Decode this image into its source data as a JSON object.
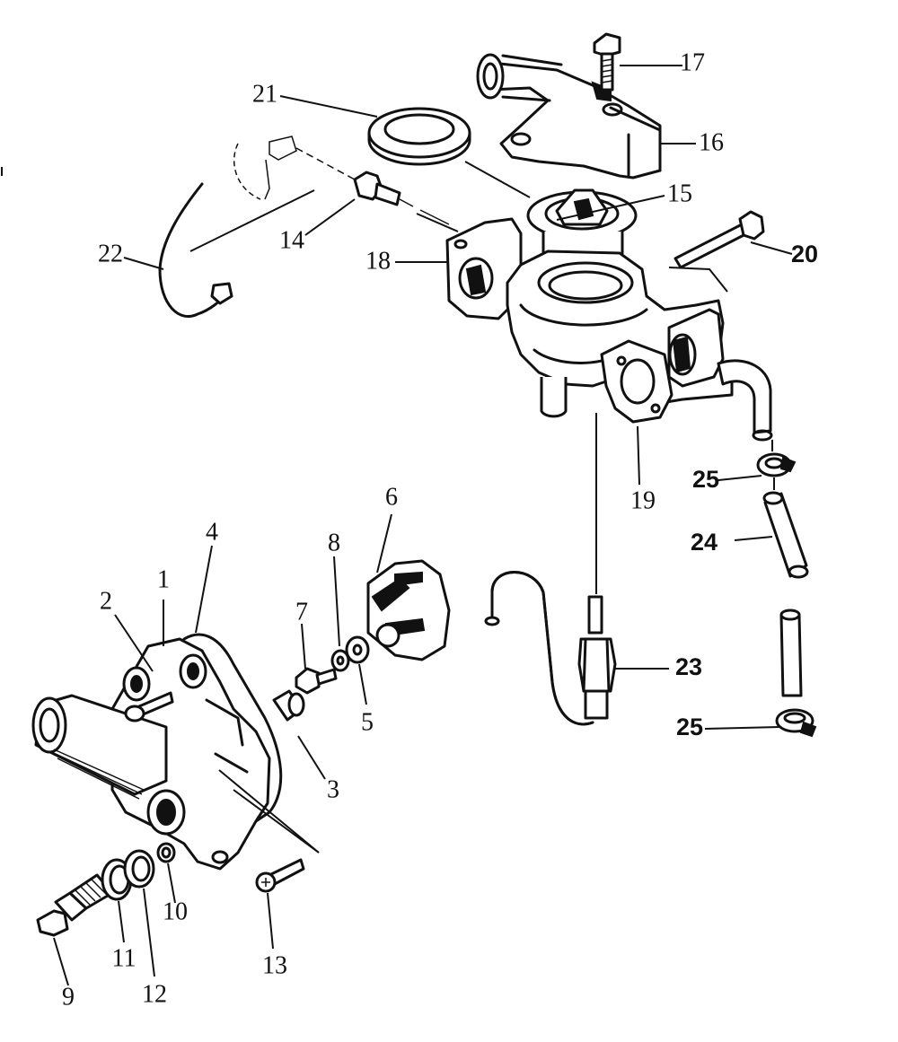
{
  "diagram": {
    "callouts": [
      {
        "id": "c1",
        "label": "1"
      },
      {
        "id": "c2",
        "label": "2"
      },
      {
        "id": "c3",
        "label": "3"
      },
      {
        "id": "c4",
        "label": "4"
      },
      {
        "id": "c5",
        "label": "5"
      },
      {
        "id": "c6",
        "label": "6"
      },
      {
        "id": "c7",
        "label": "7"
      },
      {
        "id": "c8",
        "label": "8"
      },
      {
        "id": "c9",
        "label": "9"
      },
      {
        "id": "c10",
        "label": "10"
      },
      {
        "id": "c11",
        "label": "11"
      },
      {
        "id": "c12",
        "label": "12"
      },
      {
        "id": "c13",
        "label": "13"
      },
      {
        "id": "c14",
        "label": "14"
      },
      {
        "id": "c15",
        "label": "15"
      },
      {
        "id": "c16",
        "label": "16"
      },
      {
        "id": "c17",
        "label": "17"
      },
      {
        "id": "c18",
        "label": "18"
      },
      {
        "id": "c19",
        "label": "19"
      },
      {
        "id": "c20",
        "label": "20"
      },
      {
        "id": "c21",
        "label": "21"
      },
      {
        "id": "c22",
        "label": "22"
      },
      {
        "id": "c23",
        "label": "23"
      },
      {
        "id": "c24",
        "label": "24"
      },
      {
        "id": "c25a",
        "label": "25"
      },
      {
        "id": "c25b",
        "label": "25"
      }
    ]
  }
}
